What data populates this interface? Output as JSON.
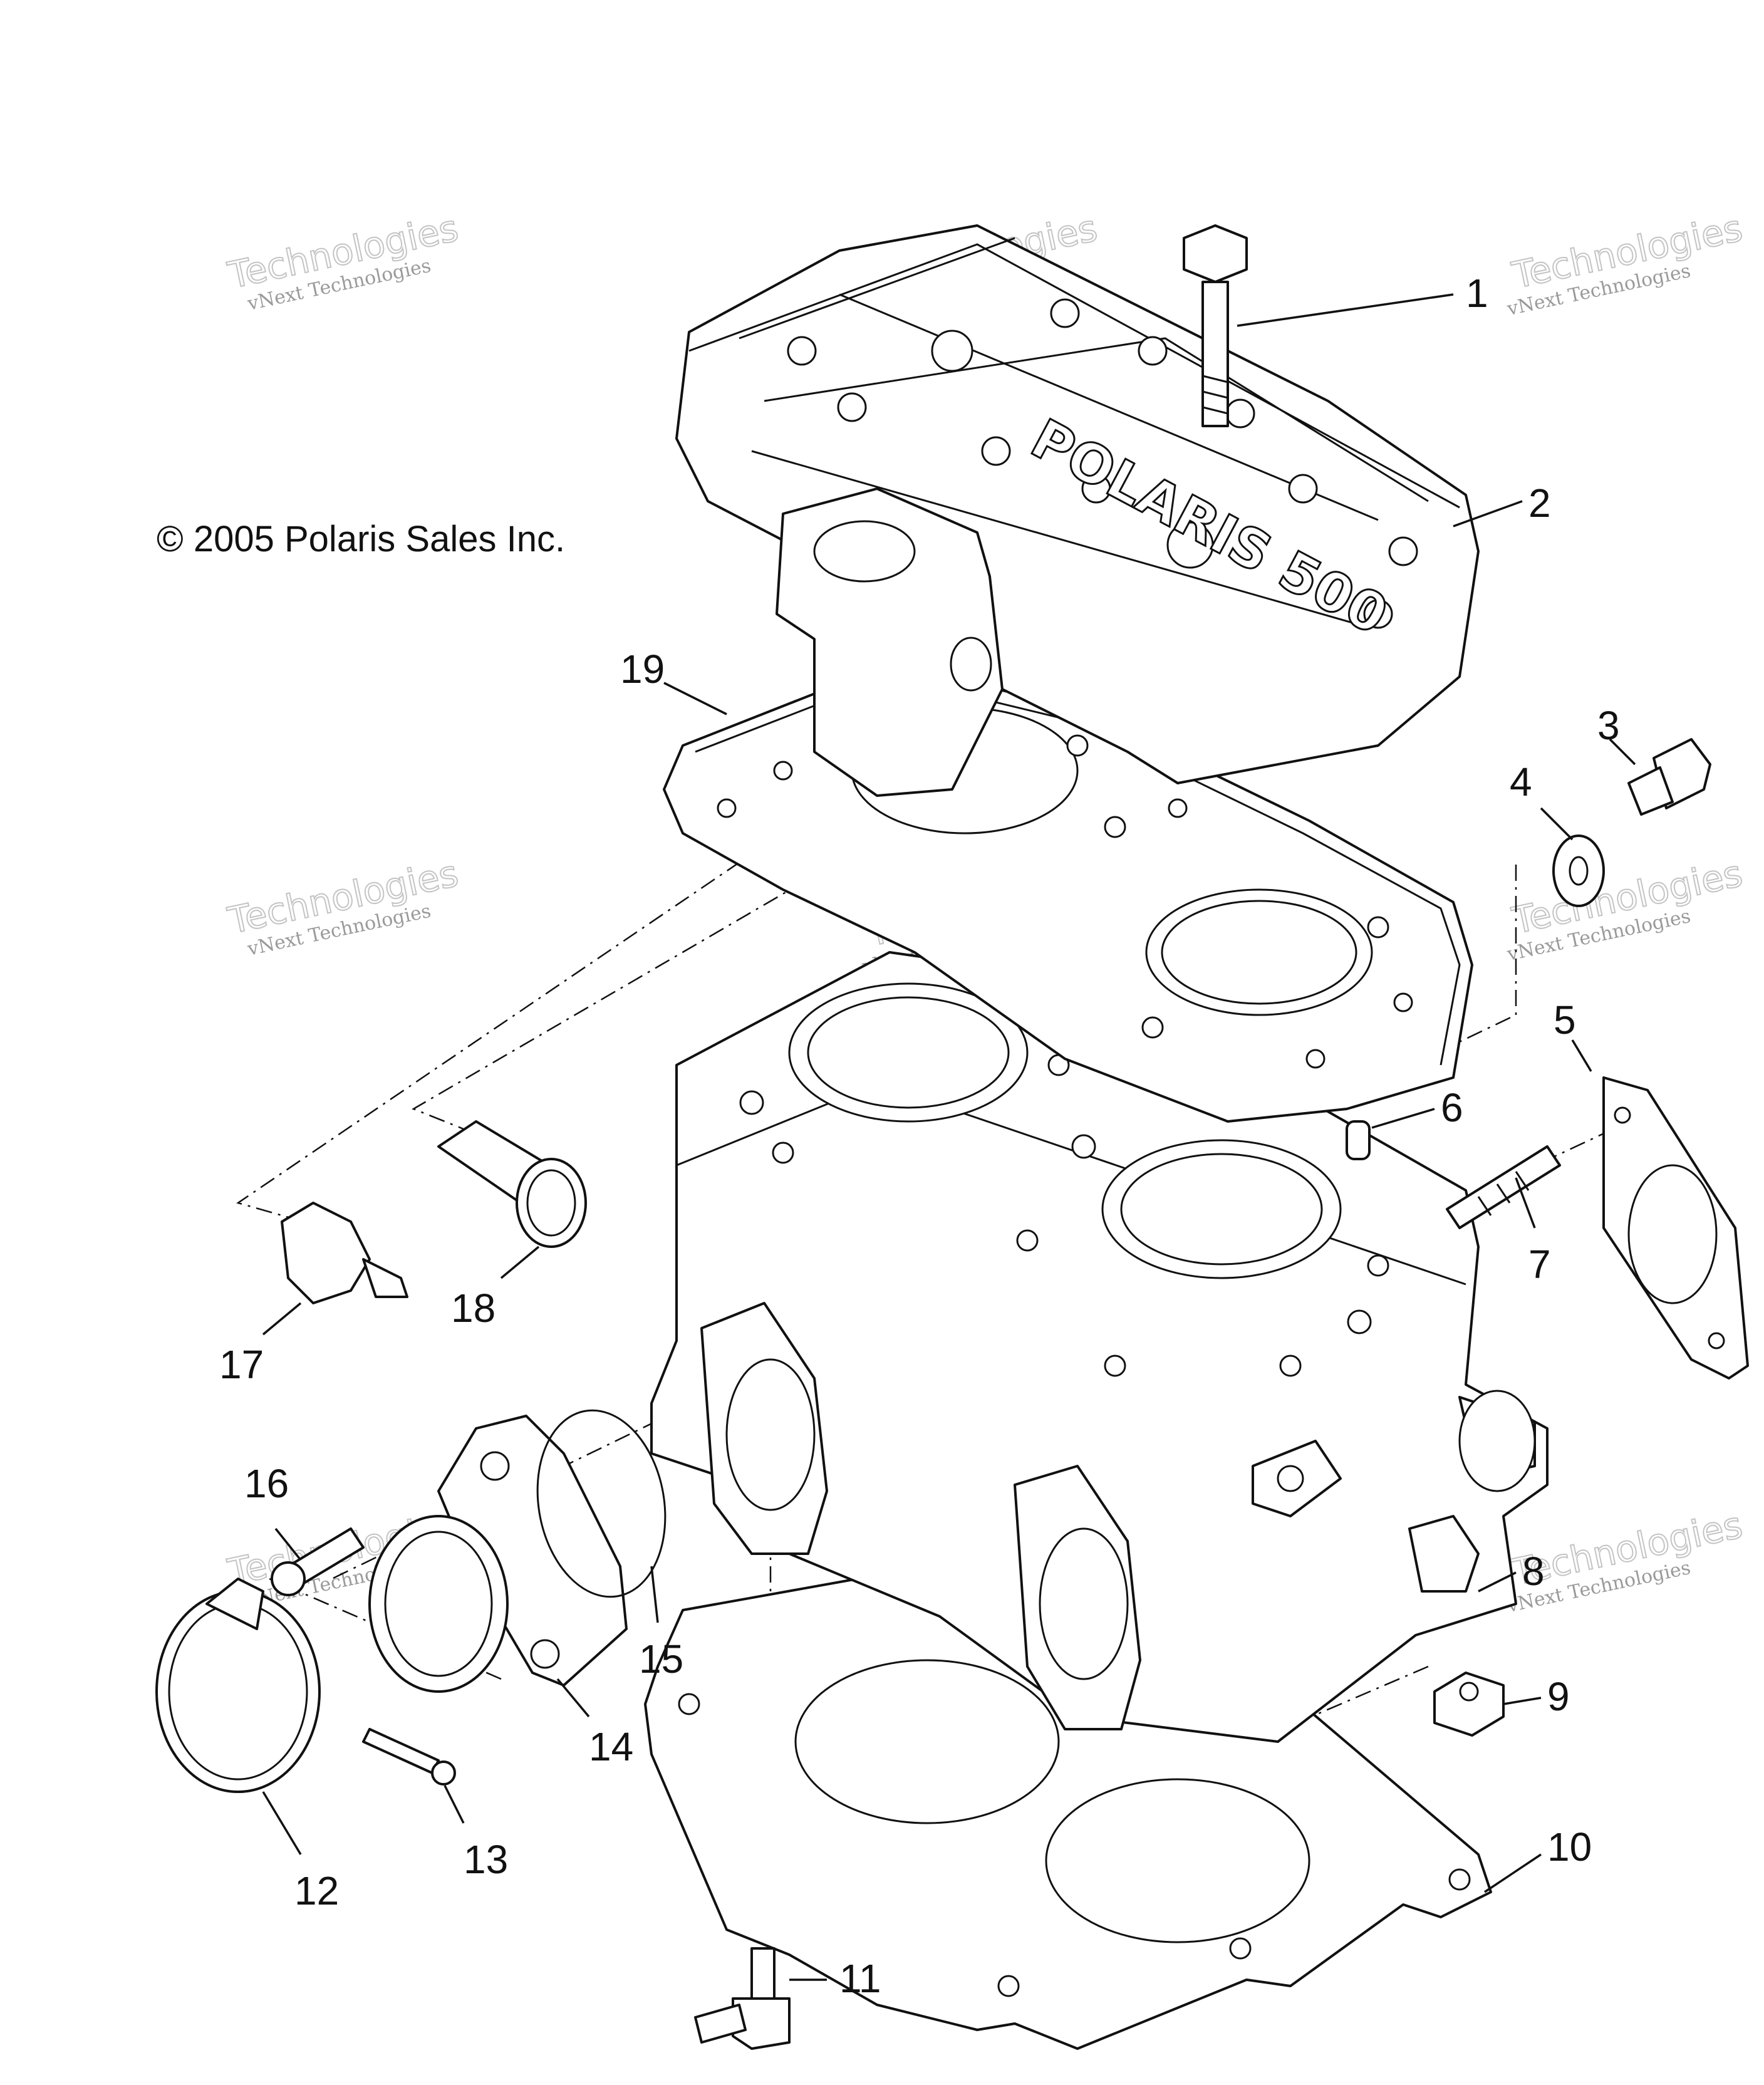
{
  "copyright": "© 2005 Polaris Sales Inc.",
  "head_cover_lettering": "POLARIS 500",
  "watermark": {
    "line1": "vNext",
    "line2": "vNext Technologies",
    "line3": "Technologies"
  },
  "callouts": {
    "c1": "1",
    "c2": "2",
    "c3": "3",
    "c4": "4",
    "c5": "5",
    "c6": "6",
    "c7": "7",
    "c8": "8",
    "c9": "9",
    "c10": "10",
    "c11": "11",
    "c12": "12",
    "c13": "13",
    "c14": "14",
    "c15": "15",
    "c16": "16",
    "c17": "17",
    "c18": "18",
    "c19": "19"
  }
}
